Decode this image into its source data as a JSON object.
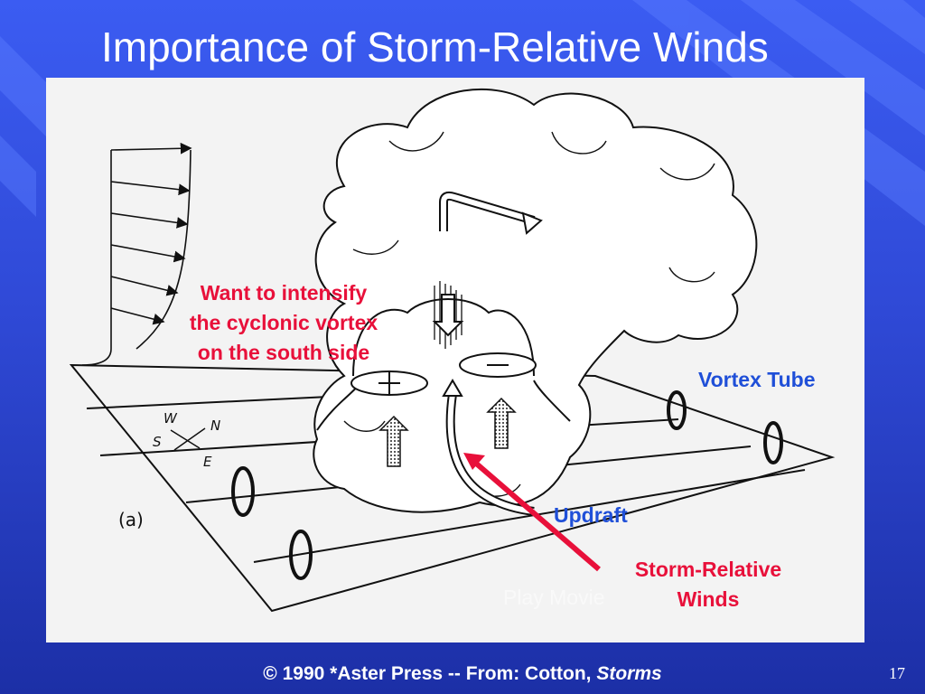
{
  "slide": {
    "title": "Importance of Storm-Relative Winds",
    "page_number": "17"
  },
  "figure": {
    "panel_label": "(a)",
    "compass": {
      "w": "W",
      "n": "N",
      "s": "S",
      "e": "E"
    },
    "annotations": {
      "want_line1": "Want to intensify",
      "want_line2": "the cyclonic vortex",
      "want_line3": "on the south side",
      "vortex_tube": "Vortex Tube",
      "updraft": "Updraft",
      "srw_line1": "Storm-Relative",
      "srw_line2": "Winds",
      "play_movie": "Play Movie"
    },
    "colors": {
      "annotation_red": "#e8103a",
      "annotation_blue": "#1f4fd8"
    }
  },
  "footer": {
    "prefix": "© 1990 *Aster Press -- From: Cotton, ",
    "italic": "Storms"
  }
}
